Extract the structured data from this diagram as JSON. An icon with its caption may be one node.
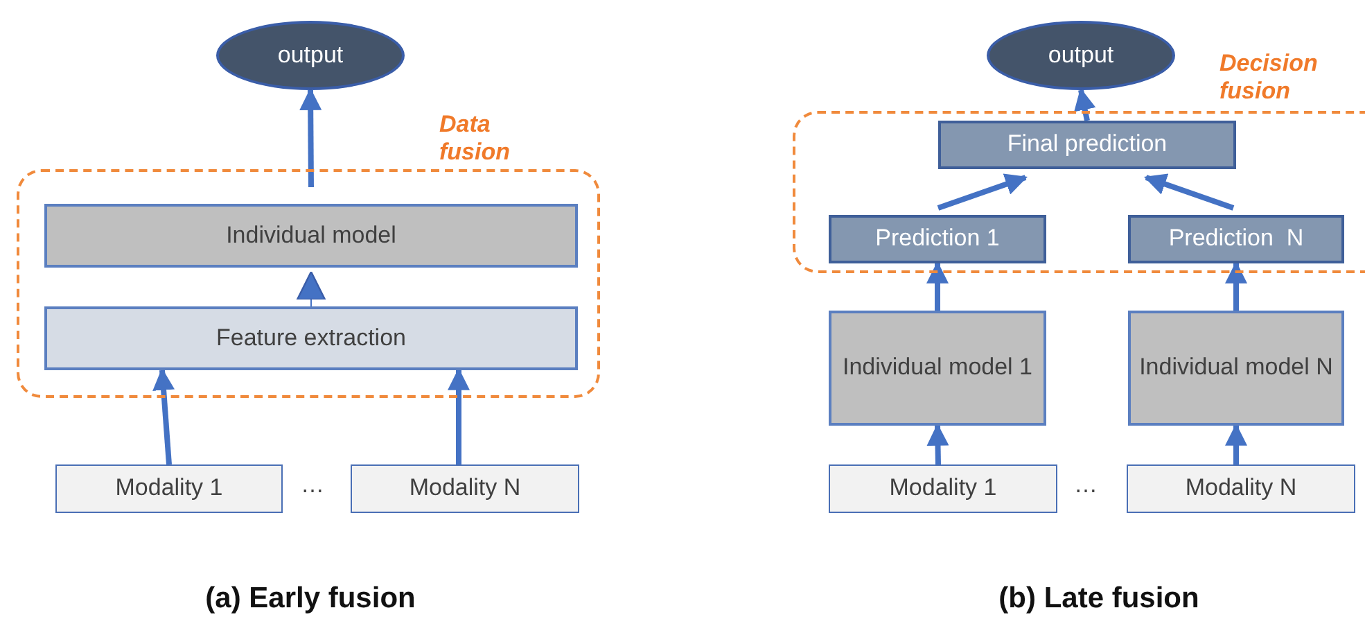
{
  "diagram": {
    "nodes": [
      {
        "text": [
          "output"
        ]
      },
      {
        "text": [
          "Data fusion"
        ]
      },
      {
        "text": [
          "Individual model"
        ],
        "in": 1
      },
      {
        "text": [
          "Feature extraction"
        ],
        "in": 1
      },
      {
        "text": [
          "Modality 1"
        ]
      },
      {
        "text": [
          "Modality N"
        ]
      },
      {
        "text": [
          "output"
        ]
      },
      {
        "text": [
          "Decision fusion"
        ]
      },
      {
        "text": [
          "Final prediction"
        ],
        "in": 7
      },
      {
        "text": [
          "Prediction 1"
        ],
        "in": 7
      },
      {
        "text": [
          "Prediction  N"
        ],
        "in": 7
      },
      {
        "text": [
          "Individual model 1"
        ]
      },
      {
        "text": [
          "Individual model N"
        ]
      },
      {
        "text": [
          "Modality 1"
        ]
      },
      {
        "text": [
          "Modality N"
        ]
      }
    ],
    "edges": [
      {
        "from": 4,
        "to": 3,
        "arrow": "to"
      },
      {
        "from": 5,
        "to": 3,
        "arrow": "to"
      },
      {
        "from": 3,
        "to": 2,
        "arrow": "to"
      },
      {
        "from": 2,
        "to": 0,
        "arrow": "to"
      },
      {
        "from": 13,
        "to": 11,
        "arrow": "to"
      },
      {
        "from": 14,
        "to": 12,
        "arrow": "to"
      },
      {
        "from": 11,
        "to": 9,
        "arrow": "to"
      },
      {
        "from": 12,
        "to": 10,
        "arrow": "to"
      },
      {
        "from": 9,
        "to": 8,
        "arrow": "to"
      },
      {
        "from": 10,
        "to": 8,
        "arrow": "to"
      },
      {
        "from": 8,
        "to": 6,
        "arrow": "to"
      }
    ],
    "labels": [
      "…",
      "…",
      "(a) Early fusion",
      "(b) Late fusion"
    ]
  }
}
